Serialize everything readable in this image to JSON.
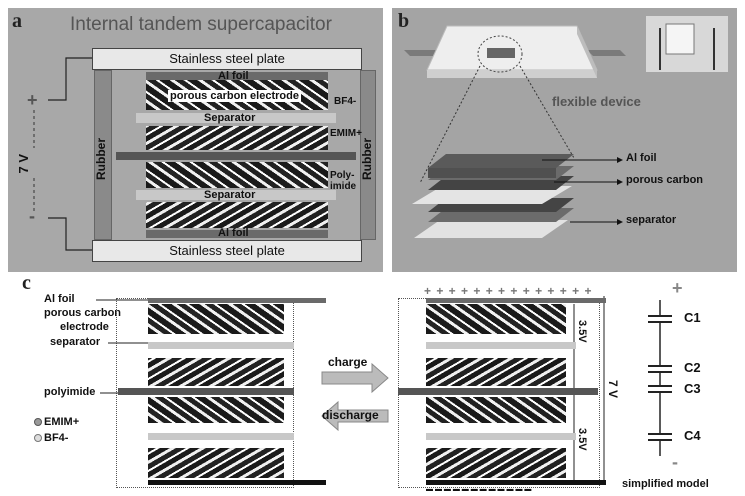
{
  "panel_a": {
    "letter": "a",
    "title": "Internal tandem supercapacitor",
    "top_plate": "Stainless steel plate",
    "bottom_plate": "Stainless steel plate",
    "rubber_left": "Rubber",
    "rubber_right": "Rubber",
    "al_foil_top": "Al foil",
    "electrode": "porous carbon electrode",
    "separator_top": "Separator",
    "separator_bottom": "Separator",
    "al_foil_bottom": "Al foil",
    "bf4": "BF4-",
    "emim": "EMIM+",
    "polyimide": "Poly-imide",
    "voltage": "7 V",
    "plus": "+",
    "minus": "-"
  },
  "panel_b": {
    "letter": "b",
    "device_label": "flexible device",
    "al_foil": "Al foil",
    "porous_carbon": "porous carbon",
    "separator": "separator"
  },
  "panel_c": {
    "letter": "c",
    "al_foil": "Al foil",
    "porous_carbon": "porous carbon",
    "electrode": "electrode",
    "separator": "separator",
    "polyimide": "polyimide",
    "emim": "EMIM+",
    "bf4": "BF4-",
    "charge": "charge",
    "discharge": "discharge",
    "v_top": "3.5V",
    "v_bottom": "3.5V",
    "v_total": "7 V",
    "plus_row": "+ + + + + + + + + + + + + +",
    "minus_row": "▬ ▬ ▬ ▬ ▬ ▬ ▬ ▬ ▬ ▬ ▬ ▬",
    "c1": "C1",
    "c2": "C2",
    "c3": "C3",
    "c4": "C4",
    "plus": "+",
    "minus": "-",
    "simplified": "simplified model"
  }
}
